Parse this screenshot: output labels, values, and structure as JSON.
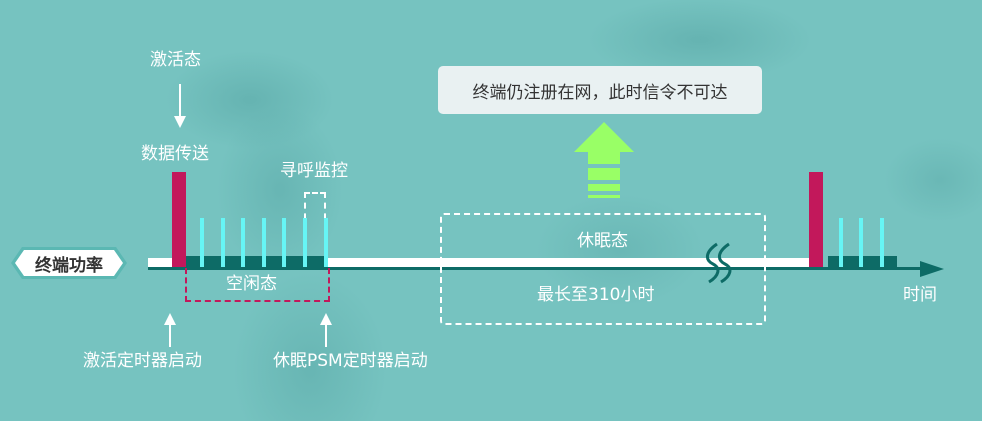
{
  "diagram": {
    "y_axis_label": "终端功率",
    "x_axis_label": "时间",
    "annotations": {
      "active_state": "激活态",
      "data_transfer": "数据传送",
      "paging_monitor": "寻呼监控",
      "idle_state": "空闲态",
      "active_timer_start": "激活定时器启动",
      "psm_timer_start": "休眠PSM定时器启动",
      "sleep_state": "休眠态",
      "sleep_duration": "最长至310小时",
      "callout": "终端仍注册在网，此时信令不可达"
    },
    "colors": {
      "background": "#76c3c0",
      "data_bar": "#c2185b",
      "paging_pulse": "#66f5f5",
      "idle_base": "#0d6b66",
      "axis": "#0d6b66",
      "up_arrow": "#99ff66",
      "callout_bg": "#e9f1f2"
    },
    "icons": {
      "break_mark": "double-wave-break-icon",
      "up_arrow": "striped-up-arrow-icon"
    }
  }
}
